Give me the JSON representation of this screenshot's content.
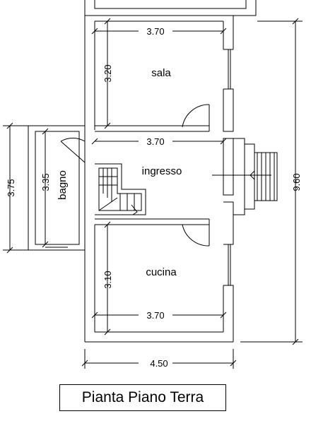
{
  "rooms": {
    "sala": "sala",
    "ingresso": "ingresso",
    "cucina": "cucina",
    "bagno": "bagno"
  },
  "dimensions": {
    "sala_width": "3.70",
    "sala_height": "3.20",
    "ingresso_width": "3.70",
    "cucina_width": "3.70",
    "cucina_height": "3.10",
    "bagno_height": "3.35",
    "left_total": "3.75",
    "right_total": "9.60",
    "bottom_total": "4.50"
  },
  "title": "Pianta Piano Terra"
}
